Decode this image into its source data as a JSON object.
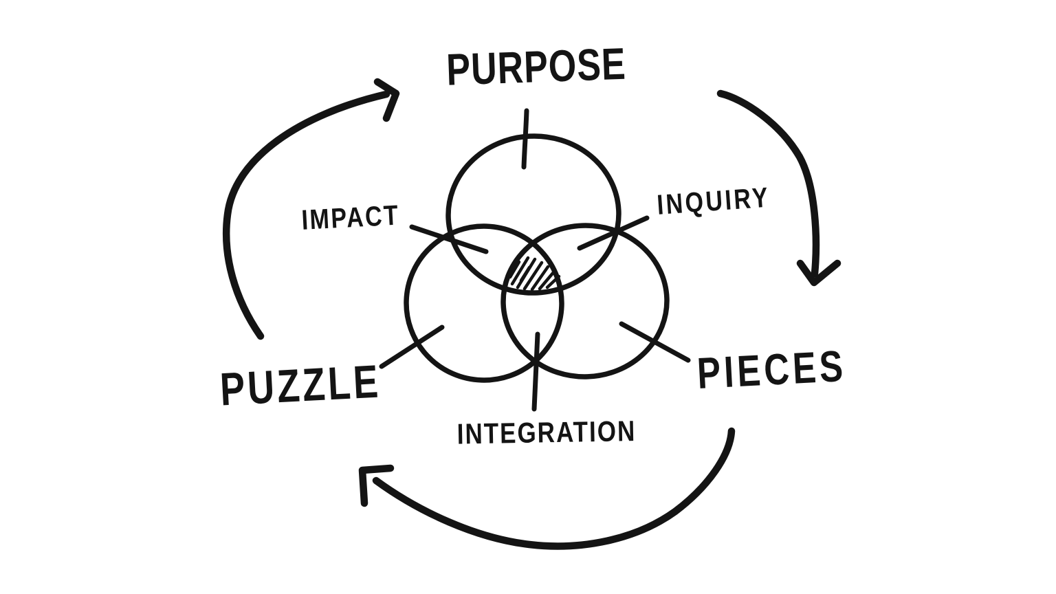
{
  "diagram": {
    "background_color": "#ffffff",
    "ink_color": "#141414",
    "style": "hand-drawn-marker",
    "circles": [
      {
        "id": "purpose",
        "label": "PURPOSE",
        "position": "top"
      },
      {
        "id": "puzzle",
        "label": "PUZZLE",
        "position": "bottom-left"
      },
      {
        "id": "pieces",
        "label": "PIECES",
        "position": "bottom-right"
      }
    ],
    "intersections": [
      {
        "id": "impact",
        "label": "IMPACT",
        "between": [
          "purpose",
          "puzzle"
        ],
        "label_side": "left"
      },
      {
        "id": "inquiry",
        "label": "INQUIRY",
        "between": [
          "purpose",
          "pieces"
        ],
        "label_side": "right"
      },
      {
        "id": "integration",
        "label": "INTEGRATION",
        "between": [
          "puzzle",
          "pieces"
        ],
        "label_side": "bottom"
      }
    ],
    "center_overlap": {
      "shaded": true,
      "shading": "diagonal-hatch"
    },
    "cycle_arrows": [
      {
        "id": "arrow-left",
        "from": "puzzle",
        "to": "purpose",
        "direction": "curves up the left side, points up-right"
      },
      {
        "id": "arrow-right",
        "from": "purpose",
        "to": "pieces",
        "direction": "curves down the right side, points down"
      },
      {
        "id": "arrow-bottom",
        "from": "pieces",
        "to": "puzzle",
        "direction": "curves along the bottom, points up-left"
      }
    ]
  }
}
